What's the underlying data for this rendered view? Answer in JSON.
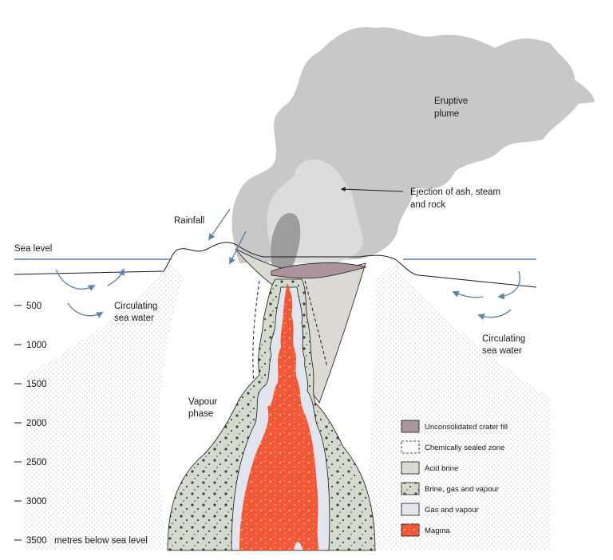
{
  "labels": {
    "eruptive_plume": [
      "Eruptive",
      "plume"
    ],
    "ejection": [
      "Ejection of ash, steam",
      "and rock"
    ],
    "rainfall": "Rainfall",
    "sea_level": "Sea level",
    "circulating_left": [
      "Circulating",
      "sea water"
    ],
    "circulating_right": [
      "Circulating",
      "sea water"
    ],
    "vapour_phase": [
      "Vapour",
      "phase"
    ]
  },
  "depth_axis": {
    "ticks": [
      "500",
      "1000",
      "1500",
      "2000",
      "2500",
      "3000",
      "3500"
    ],
    "unit_label": "metres below sea level"
  },
  "legend": [
    {
      "label": "Unconsolidated crater fill",
      "color": "#a9959a"
    },
    {
      "label": "Chemically sealed zone",
      "color": "#ffffff"
    },
    {
      "label": "Acid brine",
      "color": "#dcd8d2"
    },
    {
      "label": "Brine, gas and vapour",
      "color": "#d3dccc"
    },
    {
      "label": "Gas and vapour",
      "color": "#e2e4ee"
    },
    {
      "label": "Magma",
      "color": "#f2563b"
    }
  ],
  "colors": {
    "sea_line": "#5a7fa8",
    "arrow": "#5a86b0",
    "plume": "#c8c8c8",
    "plume_light": "#dcdcdf",
    "plume_dark": "#9d9d9f",
    "magma_spots": "#f7c137"
  }
}
